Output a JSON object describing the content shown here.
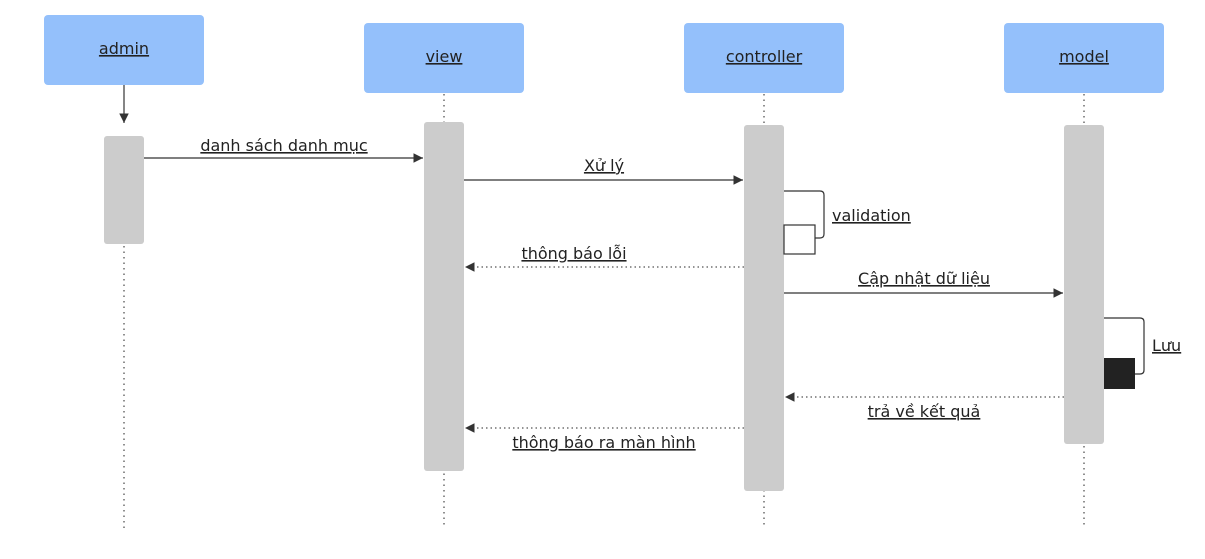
{
  "diagram": {
    "participants": [
      {
        "id": "admin",
        "label": "admin"
      },
      {
        "id": "view",
        "label": "view"
      },
      {
        "id": "controller",
        "label": "controller"
      },
      {
        "id": "model",
        "label": "model"
      }
    ],
    "messages": [
      {
        "from": "admin",
        "to": "view",
        "label": "danh sách danh mục",
        "style": "solid"
      },
      {
        "from": "view",
        "to": "controller",
        "label": "Xử lý",
        "style": "solid"
      },
      {
        "from": "controller",
        "to": "controller",
        "label": "validation",
        "style": "self"
      },
      {
        "from": "controller",
        "to": "view",
        "label": "thông báo lỗi",
        "style": "dotted"
      },
      {
        "from": "controller",
        "to": "model",
        "label": "Cập nhật dữ liệu",
        "style": "solid"
      },
      {
        "from": "model",
        "to": "model",
        "label": "Lưu",
        "style": "self"
      },
      {
        "from": "model",
        "to": "controller",
        "label": "trả về kết quả",
        "style": "dotted"
      },
      {
        "from": "controller",
        "to": "view",
        "label": "thông báo ra màn hình",
        "style": "dotted"
      }
    ],
    "colors": {
      "actor_fill": "#94c0fb",
      "activation_fill": "#cccccc",
      "line": "#333333"
    }
  }
}
